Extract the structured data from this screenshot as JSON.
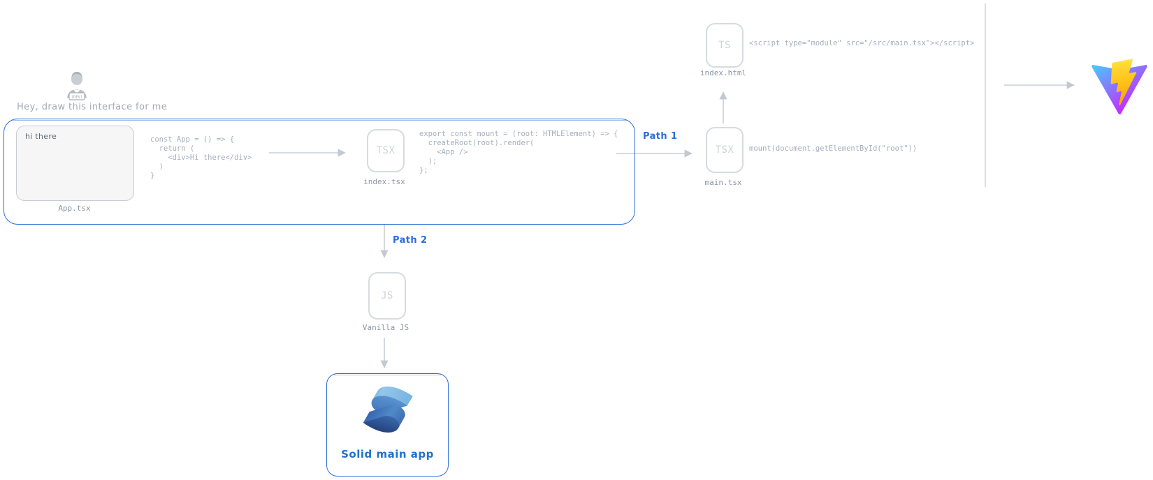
{
  "colors": {
    "accent_blue": "#2b6fd4",
    "path_label_blue": "#2a6fd6",
    "solid_label_blue": "#2570c8",
    "code_gray": "#a6b0be",
    "file_label_gray": "#8b95a3",
    "icon_border_gray": "#d7dbe0",
    "arrow_gray": "#c9cfd7",
    "card_fill": "#f6f6f7",
    "vite_v_gradient": [
      "#41D1FF",
      "#BD34FE"
    ],
    "vite_bolt_gradient": [
      "#FFEA83",
      "#FFDD35",
      "#FFA800"
    ],
    "solid_logo_blues": [
      "#76b3e1",
      "#518ac8",
      "#315aa9",
      "#1a336b"
    ]
  },
  "dev": {
    "badge": "(DEV)",
    "caption": "Hey, draw this interface for me"
  },
  "group": {
    "app_card": {
      "text": "hi there",
      "label": "App.tsx"
    },
    "app_code": "const App = () => {\n  return (\n    <div>Hi there</div>\n  )\n}",
    "index_tsx": {
      "icon": "TSX",
      "label": "index.tsx"
    },
    "mount_code": "export const mount = (root: HTMLElement) => {\n  createRoot(root).render(\n    <App />\n  );\n};"
  },
  "path1": {
    "label": "Path 1",
    "main_tsx": {
      "icon": "TSX",
      "label": "main.tsx"
    },
    "main_code": "mount(document.getElementById(\"root\"))",
    "index_html": {
      "icon": "TS",
      "label": "index.html"
    },
    "script_code": "<script type=\"module\" src=\"/src/main.tsx\"></script>"
  },
  "path2": {
    "label": "Path 2",
    "vanilla_js": {
      "icon": "JS",
      "label": "Vanilla JS"
    },
    "solid_app": {
      "label": "Solid main app"
    }
  },
  "icons": {
    "developer": "developer-avatar-icon",
    "vite": "vite-logo",
    "solid": "solidjs-logo",
    "tsx_file": "tsx-file-icon",
    "ts_file": "ts-file-icon",
    "js_file": "js-file-icon"
  }
}
